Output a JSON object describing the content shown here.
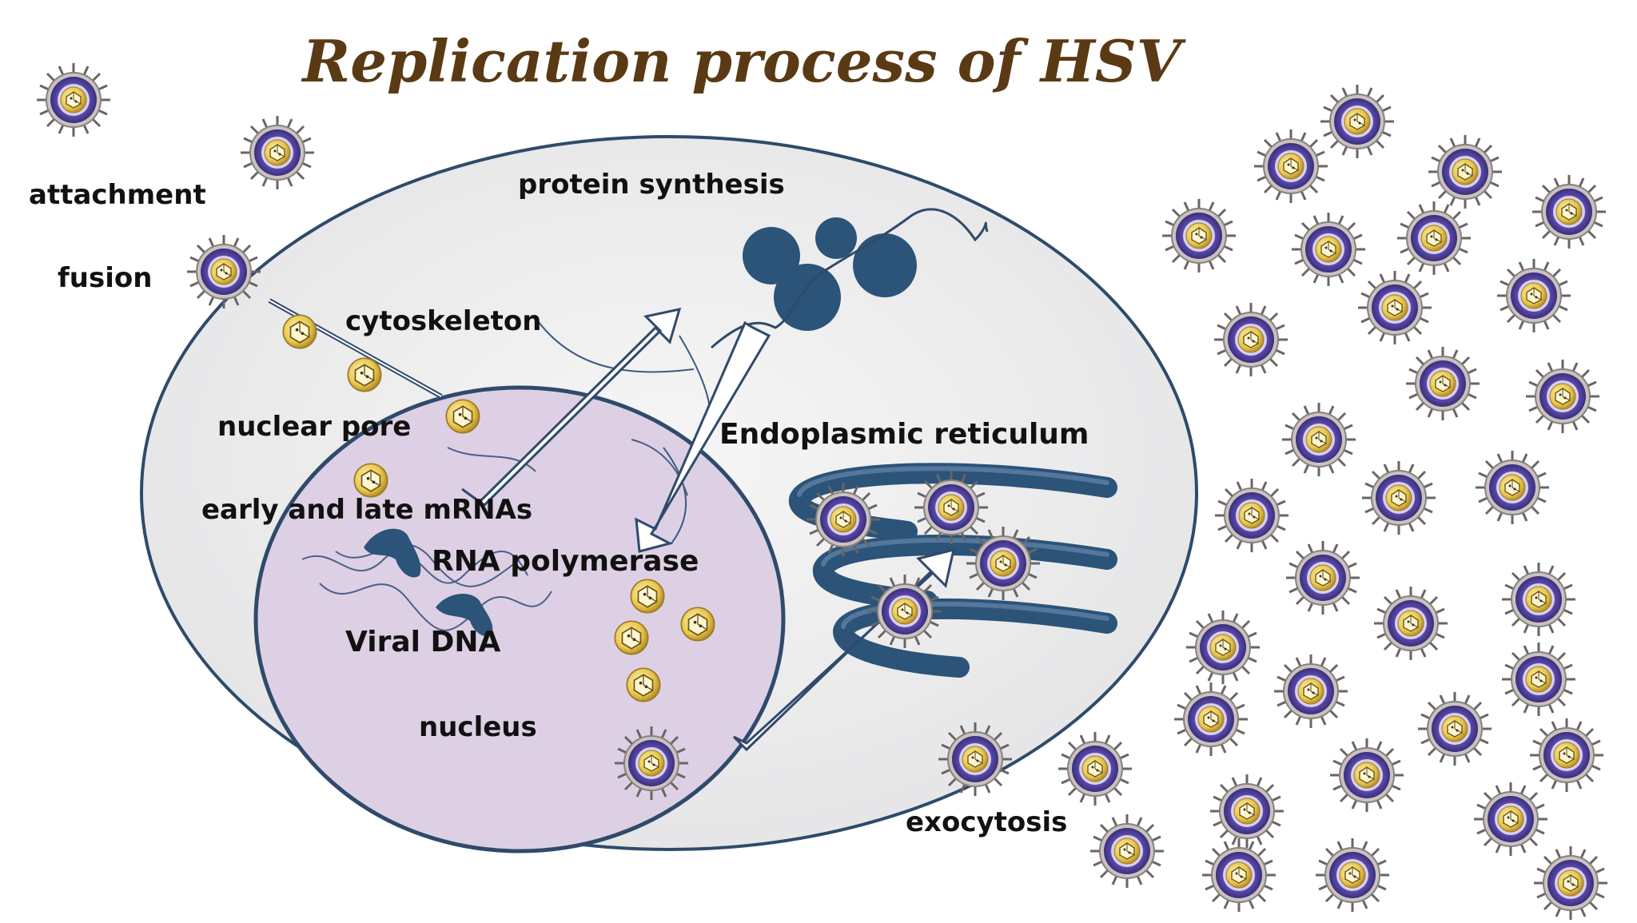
{
  "title": "Replication process of HSV",
  "labels": {
    "attachment": "attachment",
    "fusion": "fusion",
    "cytoskeleton": "cytoskeleton",
    "nuclear_pore": "nuclear pore",
    "early_late_mrnas": "early and late mRNAs",
    "rna_polymerase": "RNA polymerase",
    "viral_dna": "Viral DNA",
    "nucleus": "nucleus",
    "protein_synthesis": "protein synthesis",
    "endoplasmic_reticulum": "Endoplasmic reticulum",
    "exocytosis": "exocytosis"
  },
  "colors": {
    "title": "#5a3a14",
    "cell_fill": "#ecebeb",
    "cell_stroke": "#2f4a6b",
    "nucleus_fill": "#ddd0e4",
    "organelle": "#2c5378",
    "virion_envelope": "#5a4aa8",
    "capsid": "#e8c74e"
  },
  "icons": {
    "virion": "enveloped-herpesvirus-icon",
    "capsid": "icosahedral-capsid-icon"
  }
}
